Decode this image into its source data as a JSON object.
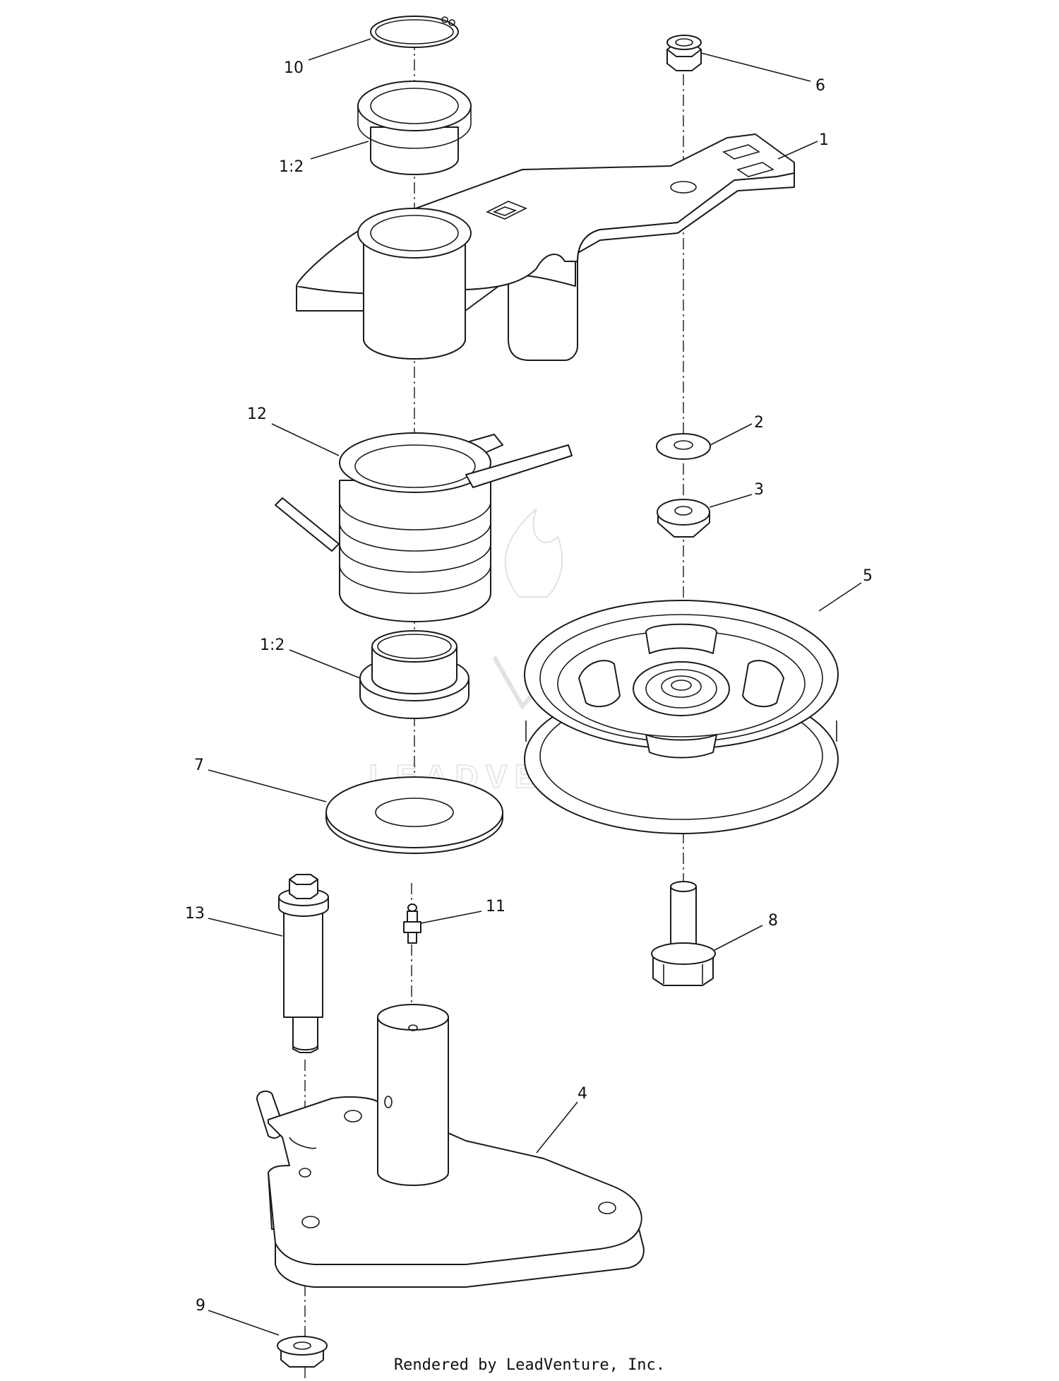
{
  "watermark": {
    "text": "LEADVENTURE"
  },
  "footer": {
    "credit": "Rendered by LeadVenture, Inc."
  },
  "callouts": [
    {
      "id": "10",
      "label": "10"
    },
    {
      "id": "1-2-top",
      "label": "1:2"
    },
    {
      "id": "6",
      "label": "6"
    },
    {
      "id": "1",
      "label": "1"
    },
    {
      "id": "12",
      "label": "12"
    },
    {
      "id": "2",
      "label": "2"
    },
    {
      "id": "3",
      "label": "3"
    },
    {
      "id": "5",
      "label": "5"
    },
    {
      "id": "1-2-bottom",
      "label": "1:2"
    },
    {
      "id": "7",
      "label": "7"
    },
    {
      "id": "13",
      "label": "13"
    },
    {
      "id": "11",
      "label": "11"
    },
    {
      "id": "8",
      "label": "8"
    },
    {
      "id": "4",
      "label": "4"
    },
    {
      "id": "9",
      "label": "9"
    }
  ],
  "colors": {
    "line": "#1a1a1a",
    "watermark": "#e2e2e2",
    "background": "#ffffff"
  }
}
